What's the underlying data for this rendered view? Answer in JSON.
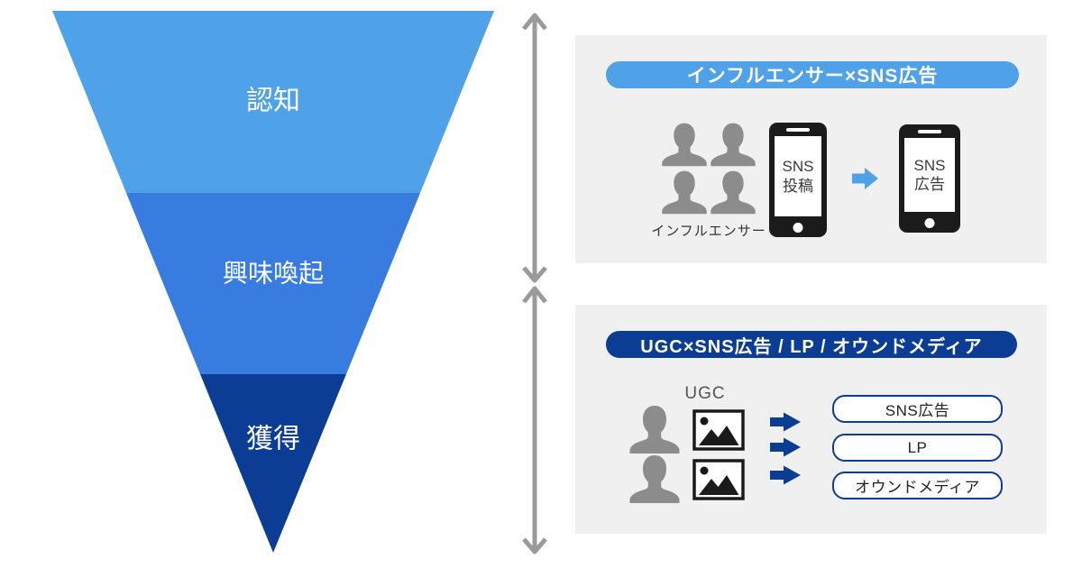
{
  "funnel": {
    "stages": [
      {
        "label": "認知",
        "color": "#4FA1E8"
      },
      {
        "label": "興味喚起",
        "color": "#377CDE"
      },
      {
        "label": "獲得",
        "color": "#0B3D94"
      }
    ]
  },
  "top_panel": {
    "header": "インフルエンサー×SNS広告",
    "people_label": "インフルエンサー",
    "phone_post": {
      "line1": "SNS",
      "line2": "投稿"
    },
    "phone_ad": {
      "line1": "SNS",
      "line2": "広告"
    }
  },
  "bottom_panel": {
    "header": "UGC×SNS広告 / LP / オウンドメディア",
    "ugc_label": "UGC",
    "buttons": [
      "SNS広告",
      "LP",
      "オウンドメディア"
    ]
  },
  "colors": {
    "funnel_top": "#4FA1E8",
    "funnel_middle": "#377CDE",
    "funnel_bottom": "#0B3D94",
    "panel_background": "#F0F0F0",
    "pill_light_blue": "#4FA1E8",
    "pill_navy": "#0B3D94",
    "person_gray": "#8C8C8C",
    "measure_arrow_gray": "#9A9A9A"
  }
}
